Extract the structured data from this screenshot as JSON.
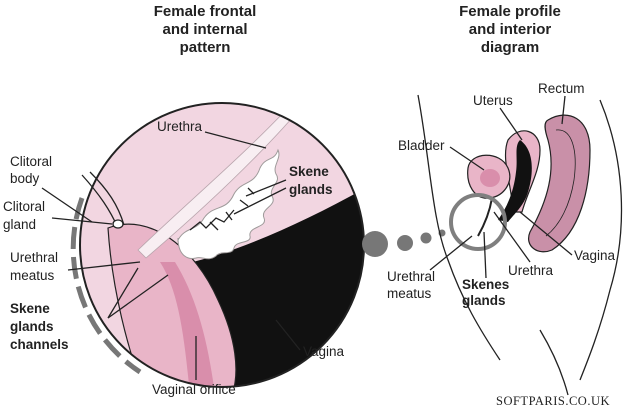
{
  "left_title": [
    "Female frontal",
    "and internal",
    "pattern"
  ],
  "right_title": [
    "Female profile",
    "and interior",
    "diagram"
  ],
  "left_labels": {
    "clitoral_body": [
      "Clitoral",
      "body"
    ],
    "clitoral_gland": [
      "Clitoral",
      "gland"
    ],
    "urethral_meatus": [
      "Urethral",
      "meatus"
    ],
    "skene_glands_channels": [
      "Skene",
      "glands",
      "channels"
    ],
    "urethra": "Urethra",
    "skene_glands": [
      "Skene",
      "glands"
    ],
    "vagina": "Vagina",
    "vaginal_orifice": "Vaginal orifice"
  },
  "right_labels": {
    "uterus": "Uterus",
    "rectum": "Rectum",
    "bladder": "Bladder",
    "vagina": "Vagina",
    "urethra": "Urethra",
    "urethral_meatus": [
      "Urethral",
      "meatus"
    ],
    "skenes_glands": [
      "Skenes",
      "glands"
    ]
  },
  "credit": "SOFTPARIS.CO.UK",
  "colors": {
    "light_pink": "#f2d6e1",
    "mid_pink": "#e9b5c8",
    "deep_pink": "#d98eab",
    "mauve": "#c990a8",
    "grey": "#7f7f7f",
    "dark": "#111111"
  }
}
